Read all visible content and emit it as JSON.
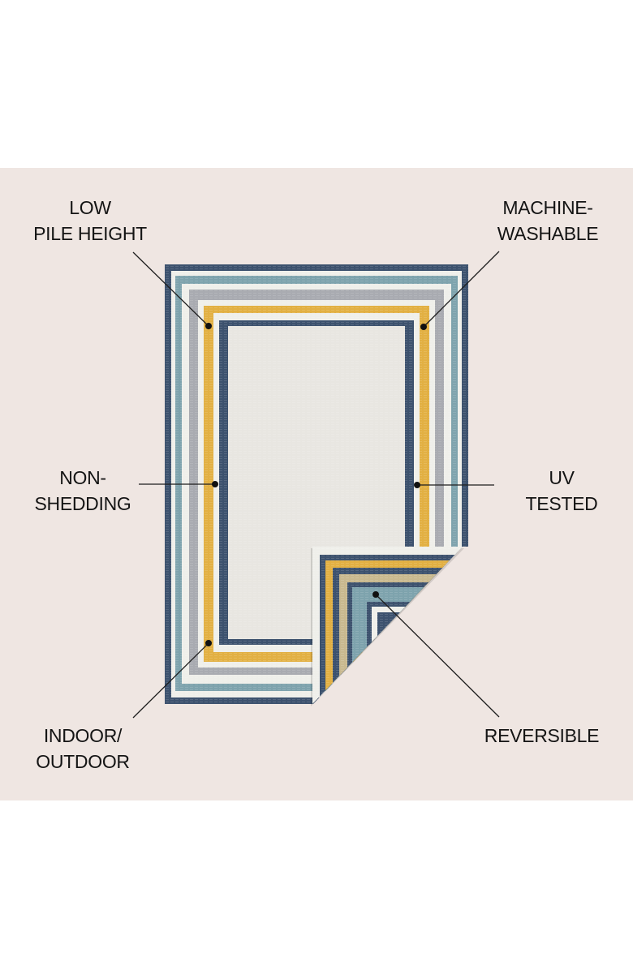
{
  "image": {
    "background_color": "#ffffff",
    "panel_color": "#efe6e2",
    "subject": "rectangular striped-border area rug with folded-over bottom-right corner showing reverse side"
  },
  "rug": {
    "colors": {
      "navy": "#3d526e",
      "cream": "#efefea",
      "teal": "#7ea3ad",
      "gray": "#a9abb1",
      "gold": "#e2b043",
      "field": "#e8e6e1",
      "tan": "#c9b98f"
    }
  },
  "callouts": [
    {
      "id": "low-pile-height",
      "lines": [
        "LOW",
        "PILE HEIGHT"
      ]
    },
    {
      "id": "machine-washable",
      "lines": [
        "MACHINE-",
        "WASHABLE"
      ]
    },
    {
      "id": "non-shedding",
      "lines": [
        "NON-",
        "SHEDDING"
      ]
    },
    {
      "id": "uv-tested",
      "lines": [
        "UV",
        "TESTED"
      ]
    },
    {
      "id": "indoor-outdoor",
      "lines": [
        "INDOOR/",
        "OUTDOOR"
      ]
    },
    {
      "id": "reversible",
      "lines": [
        "REVERSIBLE"
      ]
    }
  ]
}
